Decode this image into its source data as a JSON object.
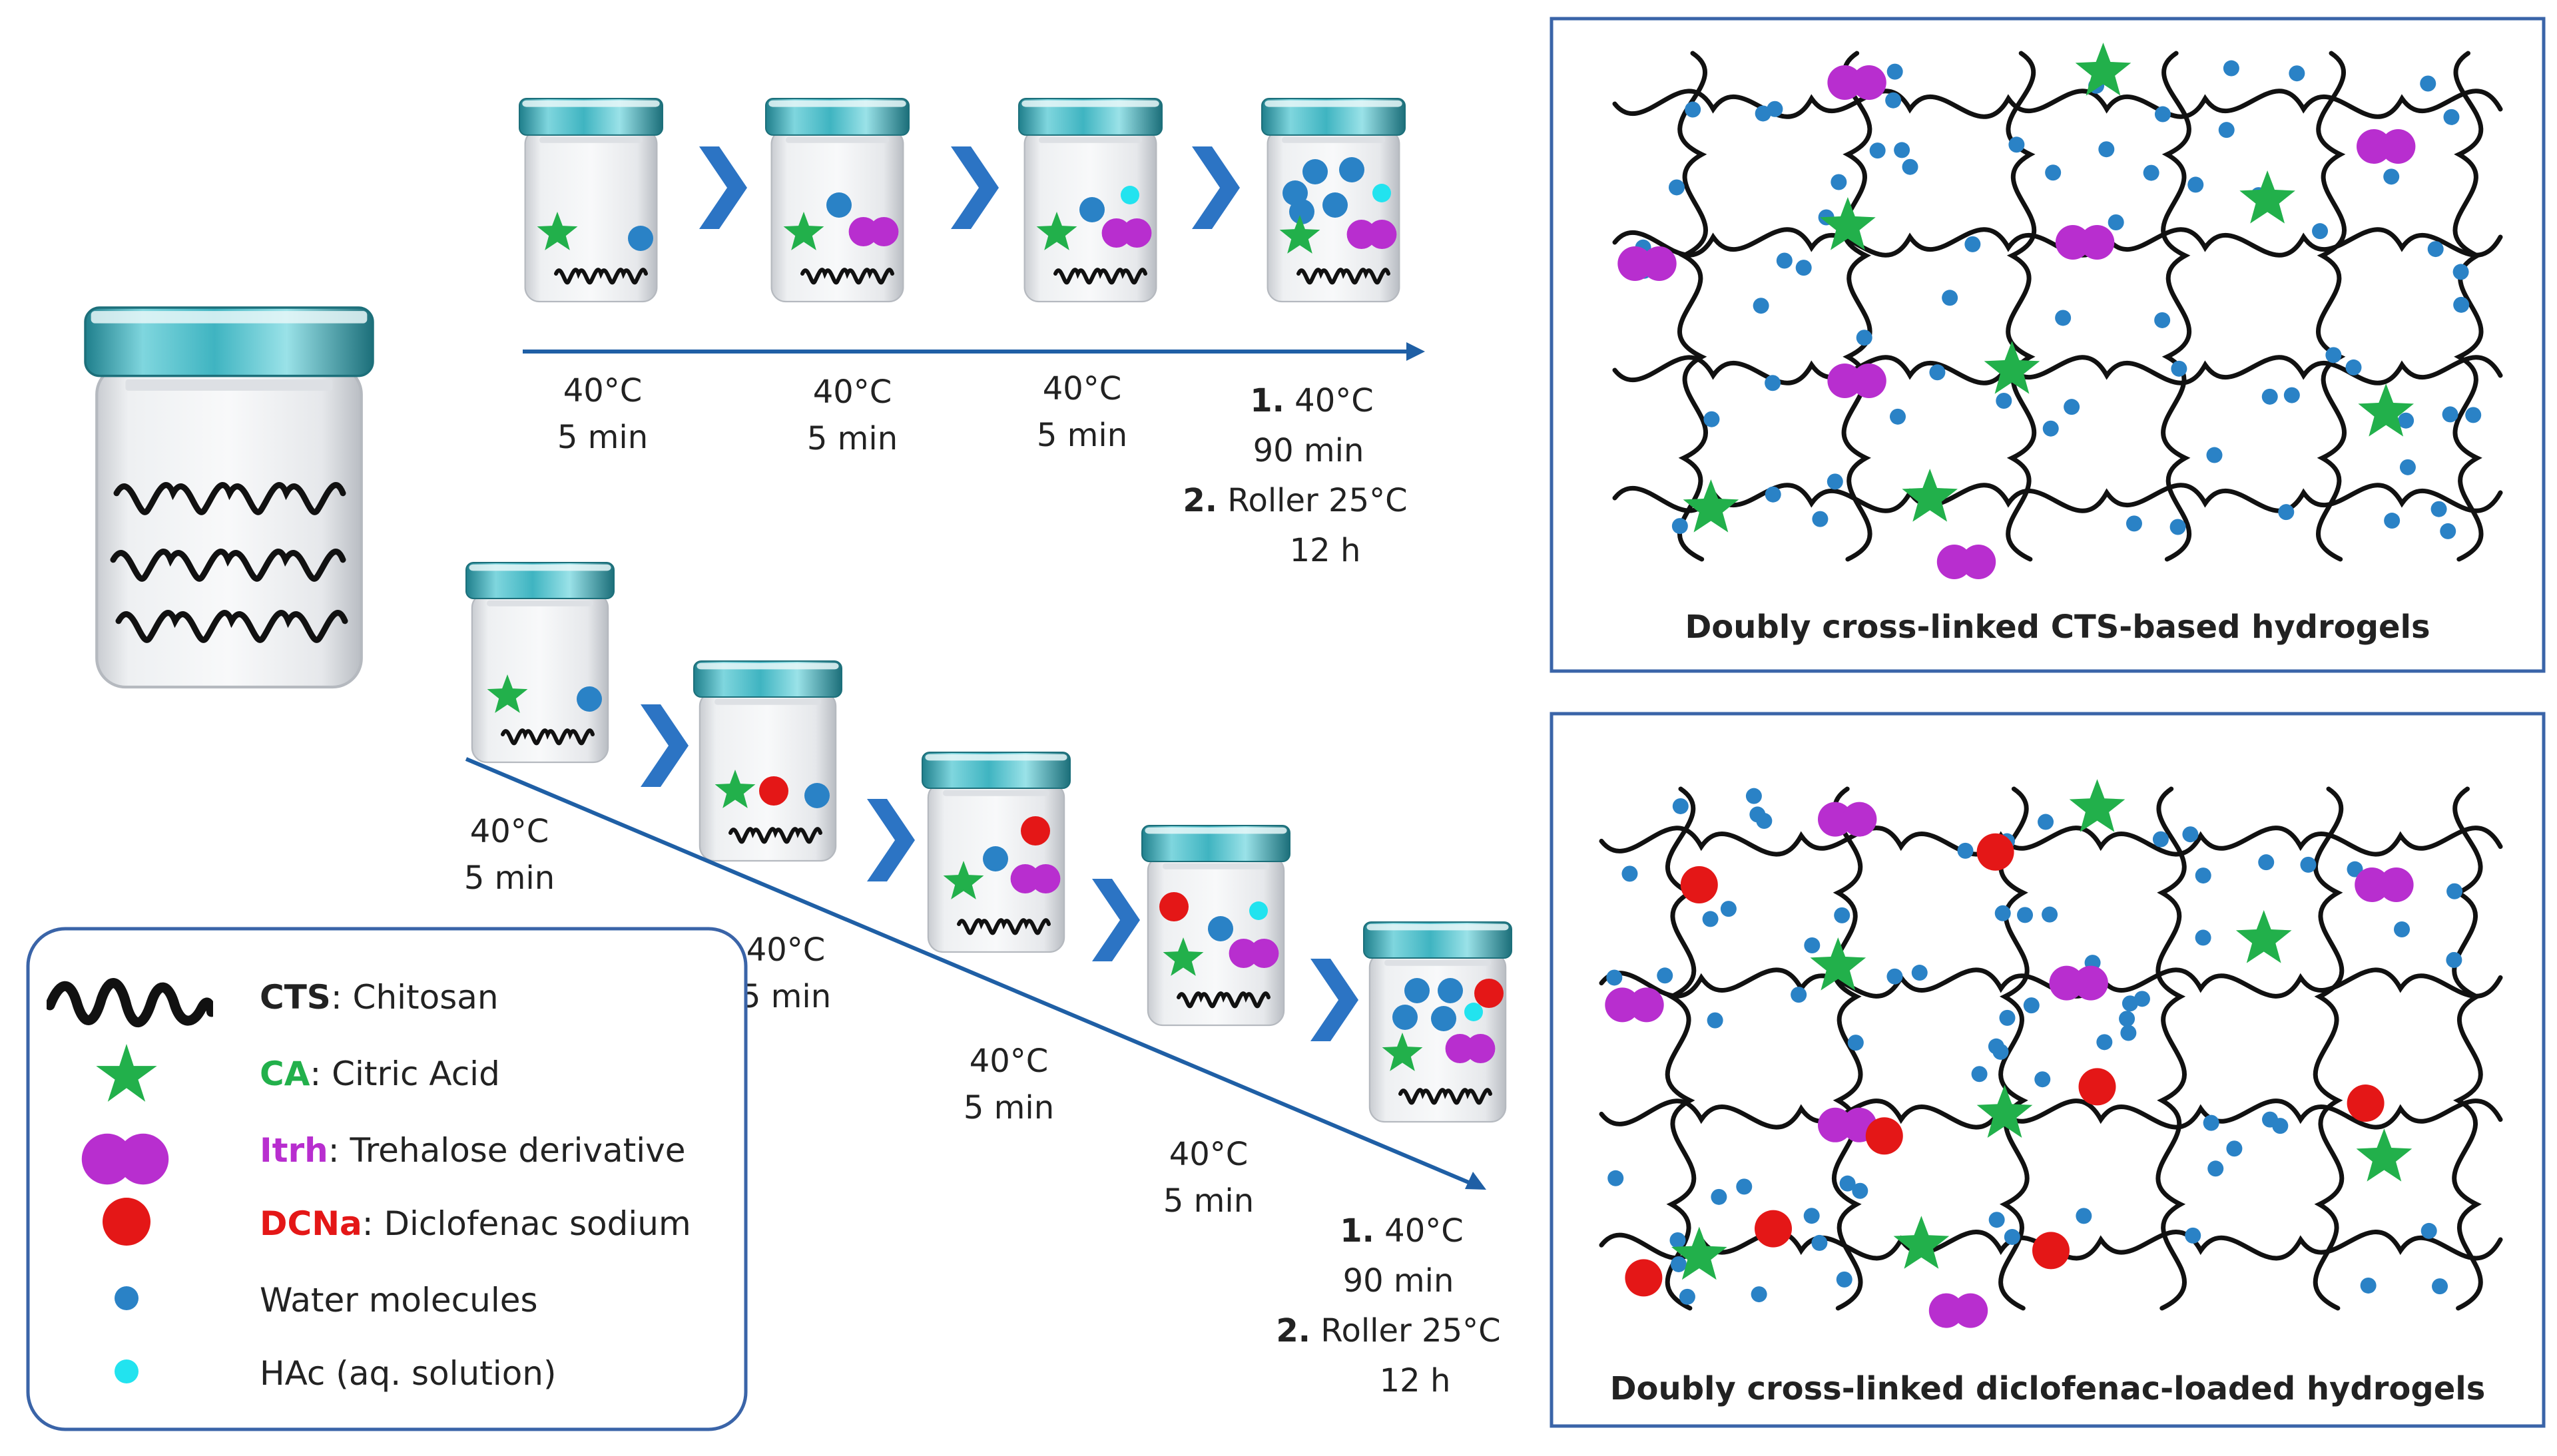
{
  "colors": {
    "chain": "#111111",
    "citric_acid": "#22b04b",
    "trehalose": "#b82ecf",
    "diclofenac": "#e41717",
    "water": "#2a82c6",
    "hac": "#22e3ef",
    "arrow": "#1f5fa5",
    "chevron": "#2c74c4",
    "frame": "#3a64a8",
    "jar_lid": "#3fb4c1"
  },
  "top_row": {
    "steps": [
      {
        "temp": "40°C",
        "time": "5 min"
      },
      {
        "temp": "40°C",
        "time": "5 min"
      },
      {
        "temp": "40°C",
        "time": "5 min"
      }
    ],
    "final": {
      "n1": "1.",
      "line1": " 40°C",
      "line2": "90 min",
      "n2": "2.",
      "line3": " Roller 25°C",
      "line4": "12 h"
    }
  },
  "bottom_row": {
    "steps": [
      {
        "temp": "40°C",
        "time": "5 min"
      },
      {
        "temp": "40°C",
        "time": "5 min"
      },
      {
        "temp": "40°C",
        "time": "5 min"
      },
      {
        "temp": "40°C",
        "time": "5 min"
      }
    ],
    "final": {
      "n1": "1.",
      "line1": " 40°C",
      "line2": "90 min",
      "n2": "2.",
      "line3": " Roller 25°C",
      "line4": "12 h"
    }
  },
  "legend": {
    "items": [
      {
        "abbr": "CTS",
        "text": ": Chitosan",
        "icon": "chain-icon"
      },
      {
        "abbr": "CA",
        "text": ": Citric Acid",
        "icon": "star-icon"
      },
      {
        "abbr": "Itrh",
        "text": ": Trehalose derivative",
        "icon": "dumbbell-icon"
      },
      {
        "abbr": "DCNa",
        "text": ": Diclofenac sodium",
        "icon": "red-dot-icon"
      },
      {
        "abbr": "",
        "text": "Water molecules",
        "icon": "blue-dot-icon"
      },
      {
        "abbr": "",
        "text": "HAc (aq. solution)",
        "icon": "cyan-dot-icon"
      }
    ]
  },
  "panels": {
    "top_caption": "Doubly cross-linked CTS-based hydrogels",
    "bottom_caption": "Doubly cross-linked diclofenac-loaded hydrogels"
  }
}
